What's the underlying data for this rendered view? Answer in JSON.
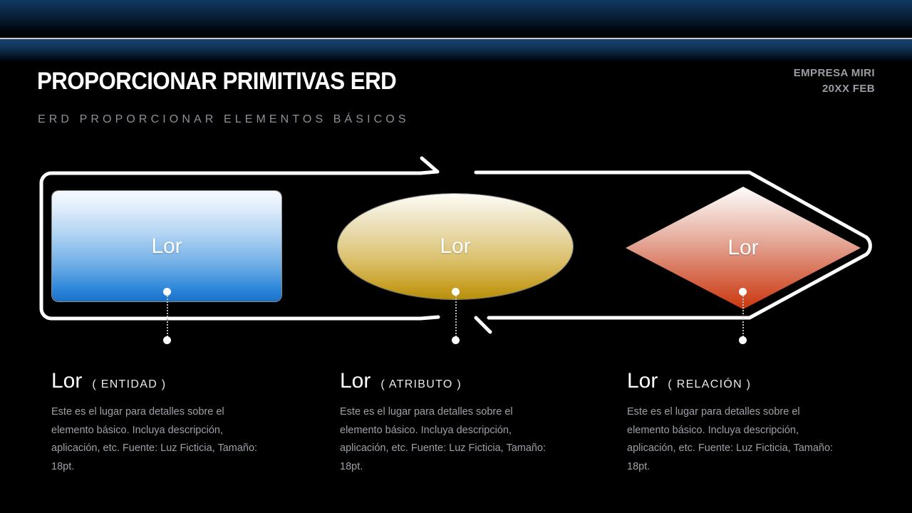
{
  "header": {
    "title": "PROPORCIONAR PRIMITIVAS ERD",
    "subtitle": "ERD PROPORCIONAR ELEMENTOS BÁSICOS",
    "company": "EMPRESA MIRI",
    "date": "20XX FEB"
  },
  "shapes": [
    {
      "id": "entity",
      "icon": "rectangle-shape",
      "label": "Lor",
      "accent": "#1a72c9"
    },
    {
      "id": "attribute",
      "icon": "ellipse-shape",
      "label": "Lor",
      "accent": "#b8900d"
    },
    {
      "id": "relation",
      "icon": "diamond-shape",
      "label": "Lor",
      "accent": "#c8380e"
    }
  ],
  "columns": [
    {
      "id": "entidad",
      "lor": "Lor",
      "tag": "( ENTIDAD )",
      "body": "Este es el lugar para detalles sobre el elemento básico. Incluya descripción, aplicación, etc. Fuente: Luz Ficticia, Tamaño: 18pt."
    },
    {
      "id": "atributo",
      "lor": "Lor",
      "tag": "( ATRIBUTO )",
      "body": "Este es el lugar para detalles sobre el elemento básico. Incluya descripción, aplicación, etc. Fuente: Luz Ficticia, Tamaño: 18pt."
    },
    {
      "id": "relacion",
      "lor": "Lor",
      "tag": "( RELACIÓN )",
      "body": "Este es el lugar para detalles sobre el elemento básico. Incluya descripción, aplicación, etc. Fuente: Luz Ficticia, Tamaño: 18pt."
    }
  ],
  "theme": {
    "background": "#000000",
    "band_blue": "#123a63",
    "divider": "#c8ccd0",
    "outline": "#ffffff",
    "subtitle_gray": "#8c9096",
    "body_gray": "#9ca0a6"
  }
}
